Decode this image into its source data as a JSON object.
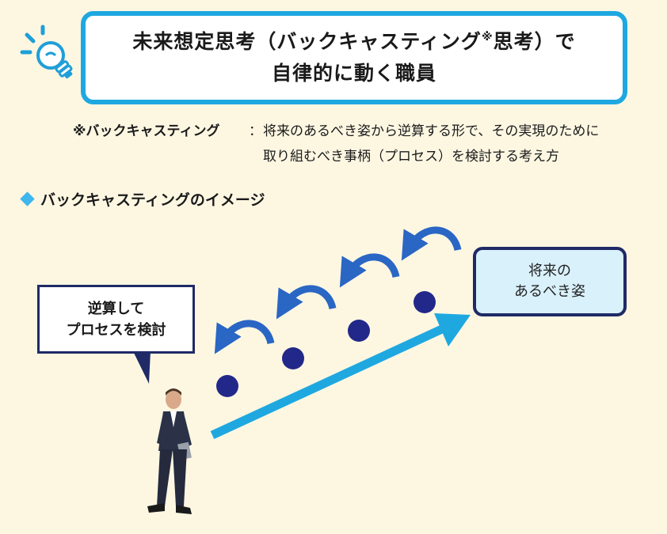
{
  "title": {
    "line1_main": "未来想定思考（バックキャスティング",
    "line1_mark": "※",
    "line1_tail": "思考）で",
    "line2": "自律的に動く職員"
  },
  "note": {
    "term": "※バックキャスティング",
    "colon": "：",
    "def_line1": "将来のあるべき姿から逆算する形で、その実現のために",
    "def_line2": "取り組むべき事柄（プロセス）を検討する考え方"
  },
  "section_heading": "バックキャスティングのイメージ",
  "diagram": {
    "goal_line1": "将来の",
    "goal_line2": "あるべき姿",
    "speech_line1": "逆算して",
    "speech_line2": "プロセスを検討",
    "step_count": 4
  },
  "colors": {
    "background": "#fdf7e2",
    "title_border": "#1fa8e0",
    "main_arrow": "#1fa8e0",
    "curved_arrows": "#2a66c4",
    "dots": "#22288a",
    "goal_fill": "#d9f1fb",
    "box_border": "#1f2a66"
  },
  "icons": [
    "lightbulb-icon",
    "diamond-bullet-icon",
    "businessman-figure"
  ]
}
